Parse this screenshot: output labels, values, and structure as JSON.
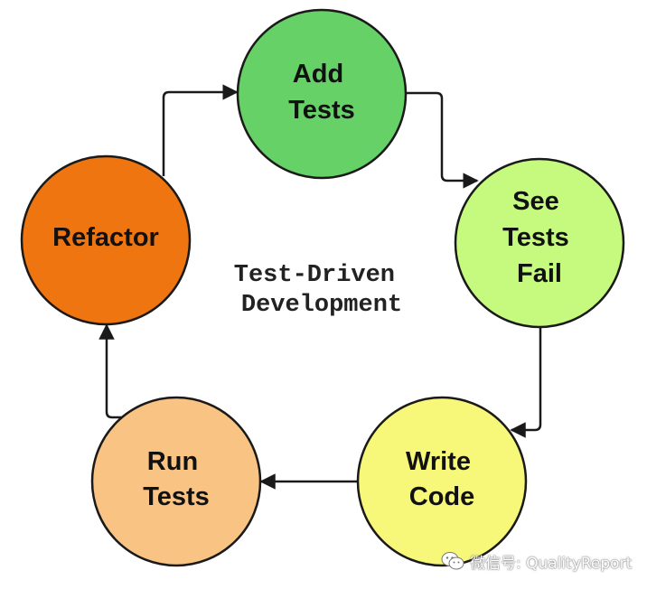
{
  "diagram": {
    "center_title": [
      "Test-Driven",
      "Development"
    ],
    "nodes": [
      {
        "id": "add-tests",
        "lines": [
          "Add",
          "Tests"
        ],
        "color": "#66d166"
      },
      {
        "id": "see-tests-fail",
        "lines": [
          "See",
          "Tests",
          "Fail"
        ],
        "color": "#c5fa7e"
      },
      {
        "id": "write-code",
        "lines": [
          "Write",
          "Code"
        ],
        "color": "#f7f77a"
      },
      {
        "id": "run-tests",
        "lines": [
          "Run",
          "Tests"
        ],
        "color": "#f9c483"
      },
      {
        "id": "refactor",
        "lines": [
          "Refactor"
        ],
        "color": "#ef7511"
      }
    ],
    "edges": [
      {
        "from": "add-tests",
        "to": "see-tests-fail"
      },
      {
        "from": "see-tests-fail",
        "to": "write-code"
      },
      {
        "from": "write-code",
        "to": "run-tests"
      },
      {
        "from": "run-tests",
        "to": "refactor"
      },
      {
        "from": "refactor",
        "to": "add-tests"
      }
    ]
  },
  "watermark": {
    "text": "微信号: QualityReport",
    "icon": "wechat-icon"
  }
}
